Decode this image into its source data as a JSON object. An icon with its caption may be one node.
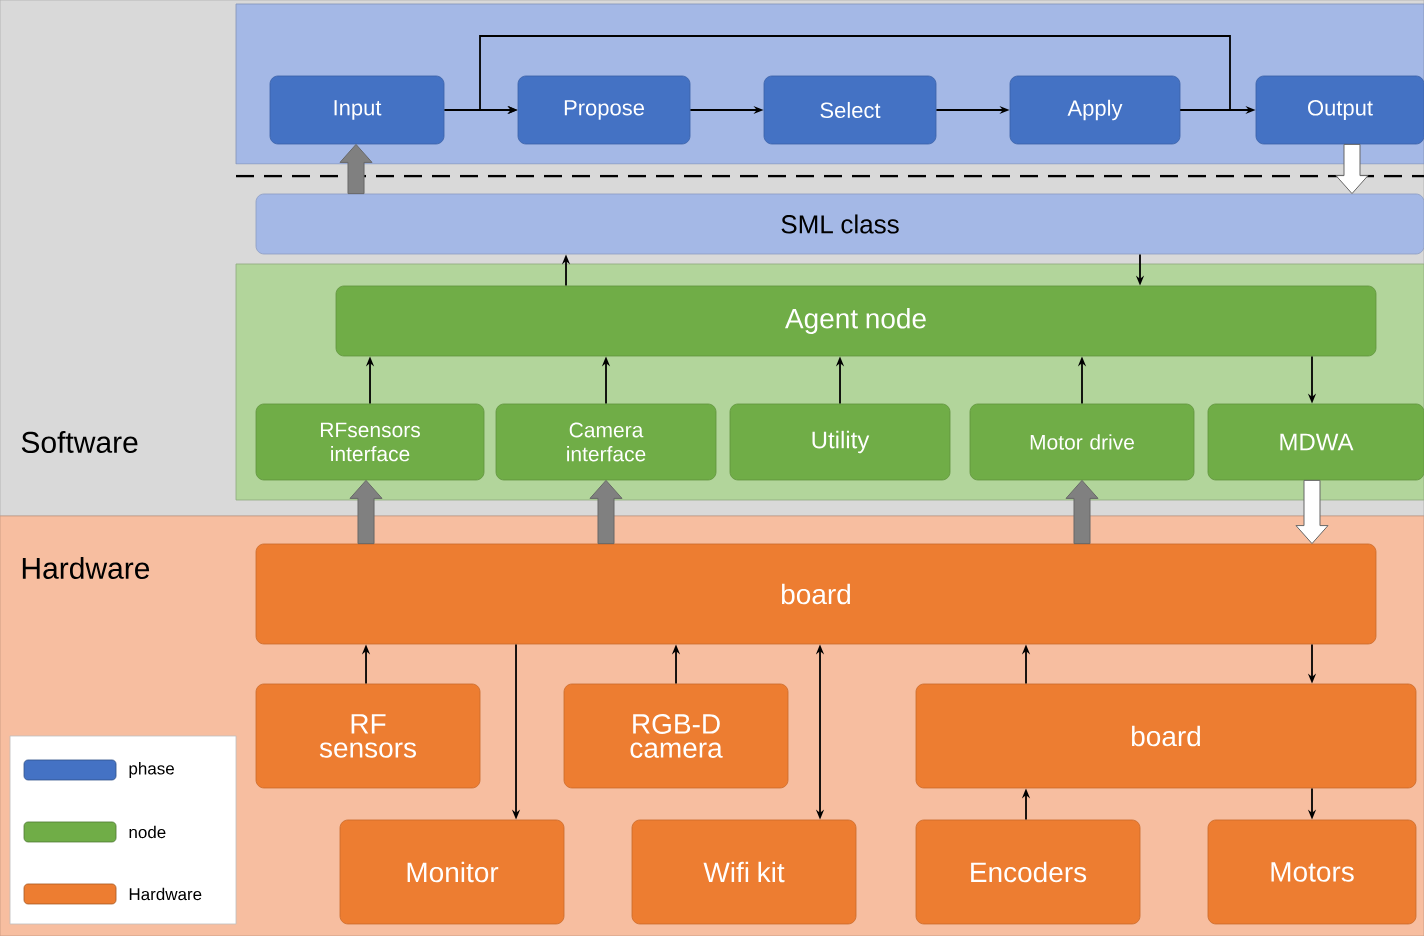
{
  "diagram": {
    "nodes": [
      {
        "text": [
          "Software"
        ]
      },
      {
        "text": [],
        "shape": "box",
        "in": 0
      },
      {
        "text": [
          "Input"
        ],
        "in": 1
      },
      {
        "text": [
          "Propose"
        ],
        "in": 1
      },
      {
        "text": [
          "Select"
        ],
        "in": 1
      },
      {
        "text": [
          "Apply"
        ],
        "in": 1
      },
      {
        "text": [
          "Output"
        ],
        "in": 1
      },
      {
        "text": [
          "SML class"
        ],
        "in": 0
      },
      {
        "text": [],
        "shape": "box",
        "in": 0
      },
      {
        "text": [
          "Agent node"
        ],
        "in": 8
      },
      {
        "text": [
          "RFsensors interface"
        ],
        "in": 8
      },
      {
        "text": [
          "Camera interface"
        ],
        "in": 8
      },
      {
        "text": [
          "Utility"
        ],
        "in": 8
      },
      {
        "text": [
          "Motor drive"
        ],
        "in": 8
      },
      {
        "text": [
          "MDWA"
        ],
        "in": 8
      },
      {
        "text": [
          "Hardware"
        ]
      },
      {
        "text": [
          "board"
        ],
        "in": 15
      },
      {
        "text": [
          "RF sensors"
        ],
        "in": 15
      },
      {
        "text": [
          "RGB-D camera"
        ],
        "in": 15
      },
      {
        "text": [
          "board"
        ],
        "in": 15
      },
      {
        "text": [
          "Monitor"
        ],
        "in": 15
      },
      {
        "text": [
          "Wifi kit"
        ],
        "in": 15
      },
      {
        "text": [
          "Encoders"
        ],
        "in": 15
      },
      {
        "text": [
          "Motors"
        ],
        "in": 15
      }
    ],
    "edges": [
      {
        "from": 2,
        "to": 3,
        "arrow": "to"
      },
      {
        "from": 3,
        "to": 4,
        "arrow": "to"
      },
      {
        "from": 4,
        "to": 5,
        "arrow": "to"
      },
      {
        "from": 5,
        "to": 6,
        "arrow": "to"
      },
      {
        "from": 5,
        "to": 3,
        "arrow": "to"
      },
      {
        "from": 7,
        "to": 2,
        "arrow": "to",
        "style": "thick",
        "color": "#808080"
      },
      {
        "from": 6,
        "to": 7,
        "arrow": "to",
        "style": "thick",
        "color": "#ffffff"
      },
      {
        "from": 9,
        "to": 7,
        "arrow": "to"
      },
      {
        "from": 7,
        "to": 9,
        "arrow": "to"
      },
      {
        "from": 10,
        "to": 9,
        "arrow": "to"
      },
      {
        "from": 11,
        "to": 9,
        "arrow": "to"
      },
      {
        "from": 12,
        "to": 9,
        "arrow": "to"
      },
      {
        "from": 13,
        "to": 9,
        "arrow": "to"
      },
      {
        "from": 9,
        "to": 14,
        "arrow": "to"
      },
      {
        "from": 16,
        "to": 10,
        "arrow": "to",
        "style": "thick",
        "color": "#808080"
      },
      {
        "from": 16,
        "to": 11,
        "arrow": "to",
        "style": "thick",
        "color": "#808080"
      },
      {
        "from": 16,
        "to": 13,
        "arrow": "to",
        "style": "thick",
        "color": "#808080"
      },
      {
        "from": 14,
        "to": 16,
        "arrow": "to",
        "style": "thick",
        "color": "#ffffff"
      },
      {
        "from": 17,
        "to": 16,
        "arrow": "to"
      },
      {
        "from": 16,
        "to": 20,
        "arrow": "to"
      },
      {
        "from": 18,
        "to": 16,
        "arrow": "to"
      },
      {
        "from": 21,
        "to": 16,
        "arrow": "both"
      },
      {
        "from": 19,
        "to": 16,
        "arrow": "to"
      },
      {
        "from": 16,
        "to": 19,
        "arrow": "to"
      },
      {
        "from": 22,
        "to": 19,
        "arrow": "to"
      },
      {
        "from": 19,
        "to": 23,
        "arrow": "to"
      }
    ],
    "legend": [
      {
        "text": "phase",
        "color": "#4472c4"
      },
      {
        "text": "node",
        "color": "#70ad47"
      },
      {
        "text": "Hardware",
        "color": "#ed7d31"
      }
    ]
  }
}
